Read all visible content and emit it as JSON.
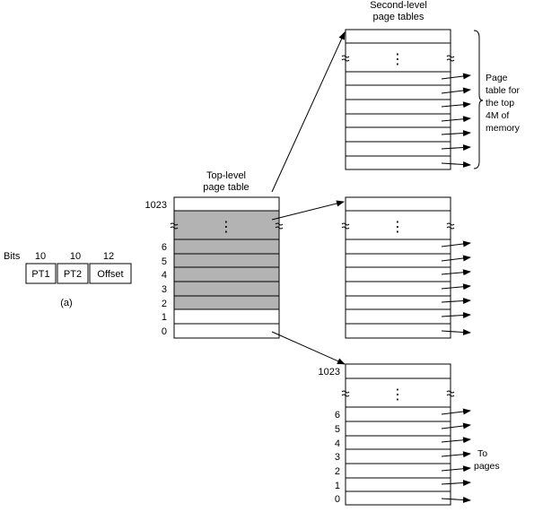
{
  "address_format": {
    "bits_label": "Bits",
    "bit_counts": [
      "10",
      "10",
      "12"
    ],
    "fields": [
      "PT1",
      "PT2",
      "Offset"
    ],
    "caption": "(a)"
  },
  "top_level_table": {
    "title_line1": "Top-level",
    "title_line2": "page table",
    "entry_labels": [
      "1023",
      "6",
      "5",
      "4",
      "3",
      "2",
      "1",
      "0"
    ],
    "shaded_fill": "#b3b3b3"
  },
  "second_level": {
    "title_line1": "Second-level",
    "title_line2": "page tables",
    "bottom_table_labels": [
      "1023",
      "6",
      "5",
      "4",
      "3",
      "2",
      "1",
      "0"
    ],
    "brace_note": [
      "Page",
      "table for",
      "the top",
      "4M of",
      "memory"
    ],
    "to_pages": [
      "To",
      "pages"
    ]
  },
  "ellipsis": "⋮"
}
